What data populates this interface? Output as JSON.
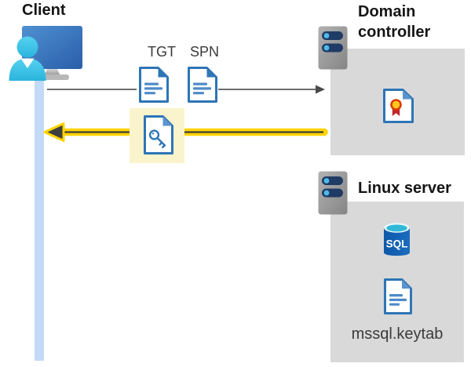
{
  "client": {
    "label": "Client"
  },
  "flow": {
    "tgt_label": "TGT",
    "spn_label": "SPN"
  },
  "domain_controller": {
    "label": "Domain controller"
  },
  "linux_server": {
    "label": "Linux server",
    "database_label": "SQL",
    "keytab_file": "mssql.keytab"
  },
  "colors": {
    "panel_gray": "#d9d9d9",
    "highlight_yellow": "#faf4cc",
    "request_arrow_gray": "#595959",
    "response_arrow_yellow": "#ffd400",
    "document_icon_blue": "#2e75b6",
    "client_lifeline_blue": "#c2daf5",
    "sql_database_blue": "#1463b4",
    "person_cyan": "#3ec7e9",
    "certificate_seal_yellow": "#ffc81e",
    "certificate_ribbon_red": "#c0272d"
  }
}
